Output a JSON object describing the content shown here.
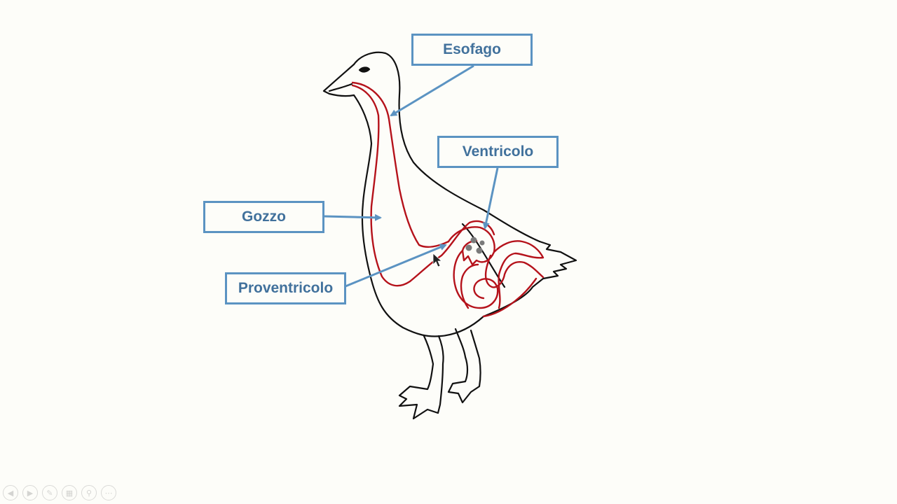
{
  "labels": {
    "esofago": "Esofago",
    "ventricolo": "Ventricolo",
    "gozzo": "Gozzo",
    "proventricolo": "Proventricolo"
  },
  "colors": {
    "outline": "#111111",
    "digestive_tract": "#b5121b",
    "label_border": "#5b93c2",
    "label_text": "#41719c",
    "gizzard_stones": "#7a7a7a",
    "background": "#fdfdf9"
  },
  "slideshow_controls": {
    "icons": [
      "previous-icon",
      "next-icon",
      "pen-icon",
      "slides-icon",
      "zoom-icon",
      "more-icon"
    ]
  }
}
